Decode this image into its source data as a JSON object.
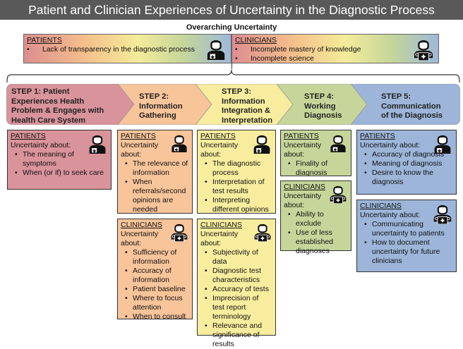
{
  "title": "Patient and Clinician Experiences of Uncertainty in the Diagnostic Process",
  "overarching": {
    "label": "Overarching Uncertainty",
    "patients": {
      "header": "PATIENTS",
      "items": [
        "Lack of transparency in the diagnostic process"
      ],
      "icon": "patient-icon"
    },
    "clinicians": {
      "header": "CLINICIANS",
      "items": [
        "Incomplete mastery of knowledge",
        "Incomplete science"
      ],
      "icon": "clinician-icon"
    }
  },
  "colors": {
    "step1": "#d9939a",
    "step2": "#f8c49a",
    "step3": "#f8ed9e",
    "step4": "#c6d69a",
    "step5": "#9cb5d9",
    "title_bar": "#595959"
  },
  "steps": [
    {
      "lines": [
        "STEP 1: Patient",
        "Experiences Health",
        "Problem & Engages with",
        "Health Care System"
      ]
    },
    {
      "lines": [
        "STEP 2:",
        "Information",
        "Gathering"
      ]
    },
    {
      "lines": [
        "STEP 3:",
        "Information",
        "Integration &",
        "Interpretation"
      ]
    },
    {
      "lines": [
        "STEP 4:",
        "Working",
        "Diagnosis"
      ]
    },
    {
      "lines": [
        "STEP 5:",
        "Communication",
        "of the Diagnosis"
      ]
    }
  ],
  "cards": {
    "s1_patients": {
      "header": "PATIENTS",
      "sub": "Uncertainty about:",
      "items": [
        "The meaning of symptoms",
        "When (or if) to seek care"
      ]
    },
    "s2_patients": {
      "header": "PATIENTS",
      "sub": "Uncertainty about:",
      "items": [
        "The relevance of information",
        "When referrals/second opinions are needed"
      ]
    },
    "s2_clinicians": {
      "header": "CLINICIANS",
      "sub": "Uncertainty about:",
      "items": [
        "Sufficiency of information",
        "Accuracy of information",
        "Patient baseline",
        "Where to focus attention",
        "When to consult"
      ]
    },
    "s3_patients": {
      "header": "PATIENTS",
      "sub": "Uncertainty about:",
      "items": [
        "The diagnostic process",
        "Interpretation of test results",
        "Interpreting different opinions"
      ]
    },
    "s3_clinicians": {
      "header": "CLINICIANS",
      "sub": "Uncertainty about:",
      "items": [
        "Subjectivity of data",
        "Diagnostic test characteristics",
        "Accuracy of tests",
        "Imprecision of test report terminology",
        "Relevance and significance of results"
      ]
    },
    "s4_patients": {
      "header": "PATIENTS",
      "sub": "Uncertainty about:",
      "items": [
        "Finality of diagnosis"
      ]
    },
    "s4_clinicians": {
      "header": "CLINICIANS",
      "sub": "Uncertainty about:",
      "items": [
        "Ability to exclude",
        "Use of less established diagnoses"
      ]
    },
    "s5_patients": {
      "header": "PATIENTS",
      "sub": "Uncertainty about:",
      "items": [
        "Accuracy of diagnosis",
        "Meaning of diagnosis",
        "Desire to know the diagnosis"
      ]
    },
    "s5_clinicians": {
      "header": "CLINICIANS",
      "sub": "Uncertainty about:",
      "items": [
        "Communicating uncertainty to patients",
        "How to document uncertainty for future clinicians"
      ]
    }
  }
}
